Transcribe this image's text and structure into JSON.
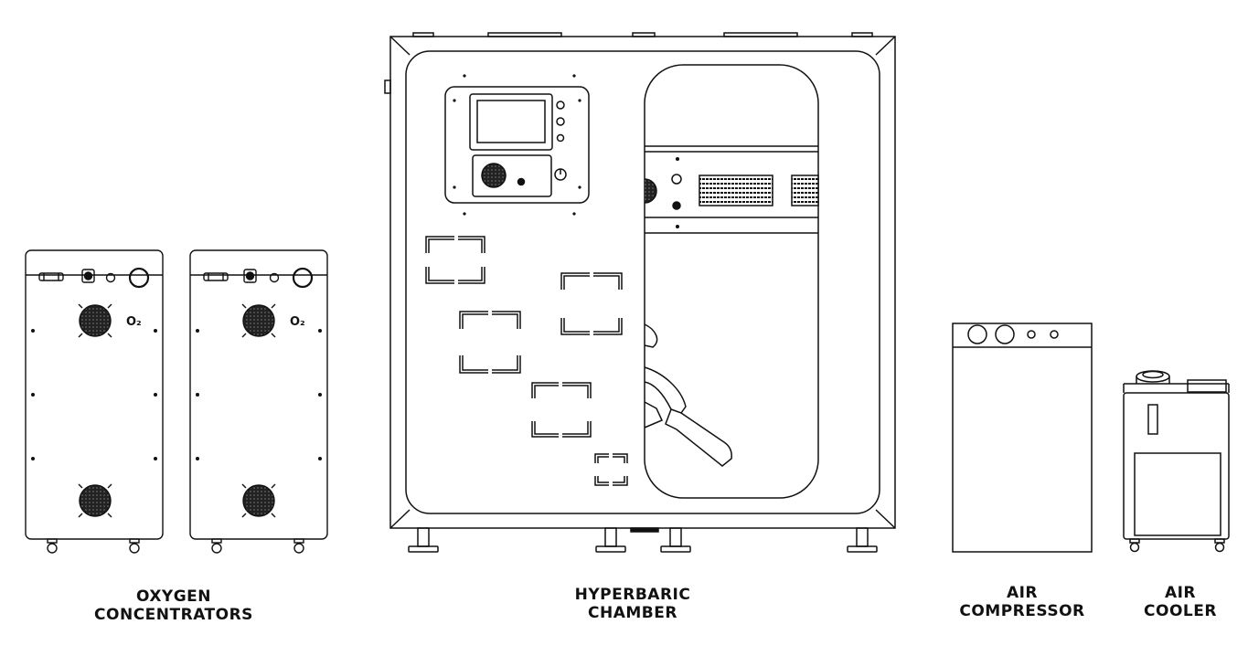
{
  "labels": {
    "oxygen": {
      "line1": "OXYGEN",
      "line2": "CONCENTRATORS"
    },
    "chamber": {
      "line1": "HYPERBARIC",
      "line2": "CHAMBER"
    },
    "compressor": {
      "line1": "AIR",
      "line2": "COMPRESSOR"
    },
    "cooler": {
      "line1": "AIR",
      "line2": "COOLER"
    }
  },
  "o2_symbol": "O₂",
  "colors": {
    "stroke": "#111111",
    "background": "#ffffff"
  }
}
